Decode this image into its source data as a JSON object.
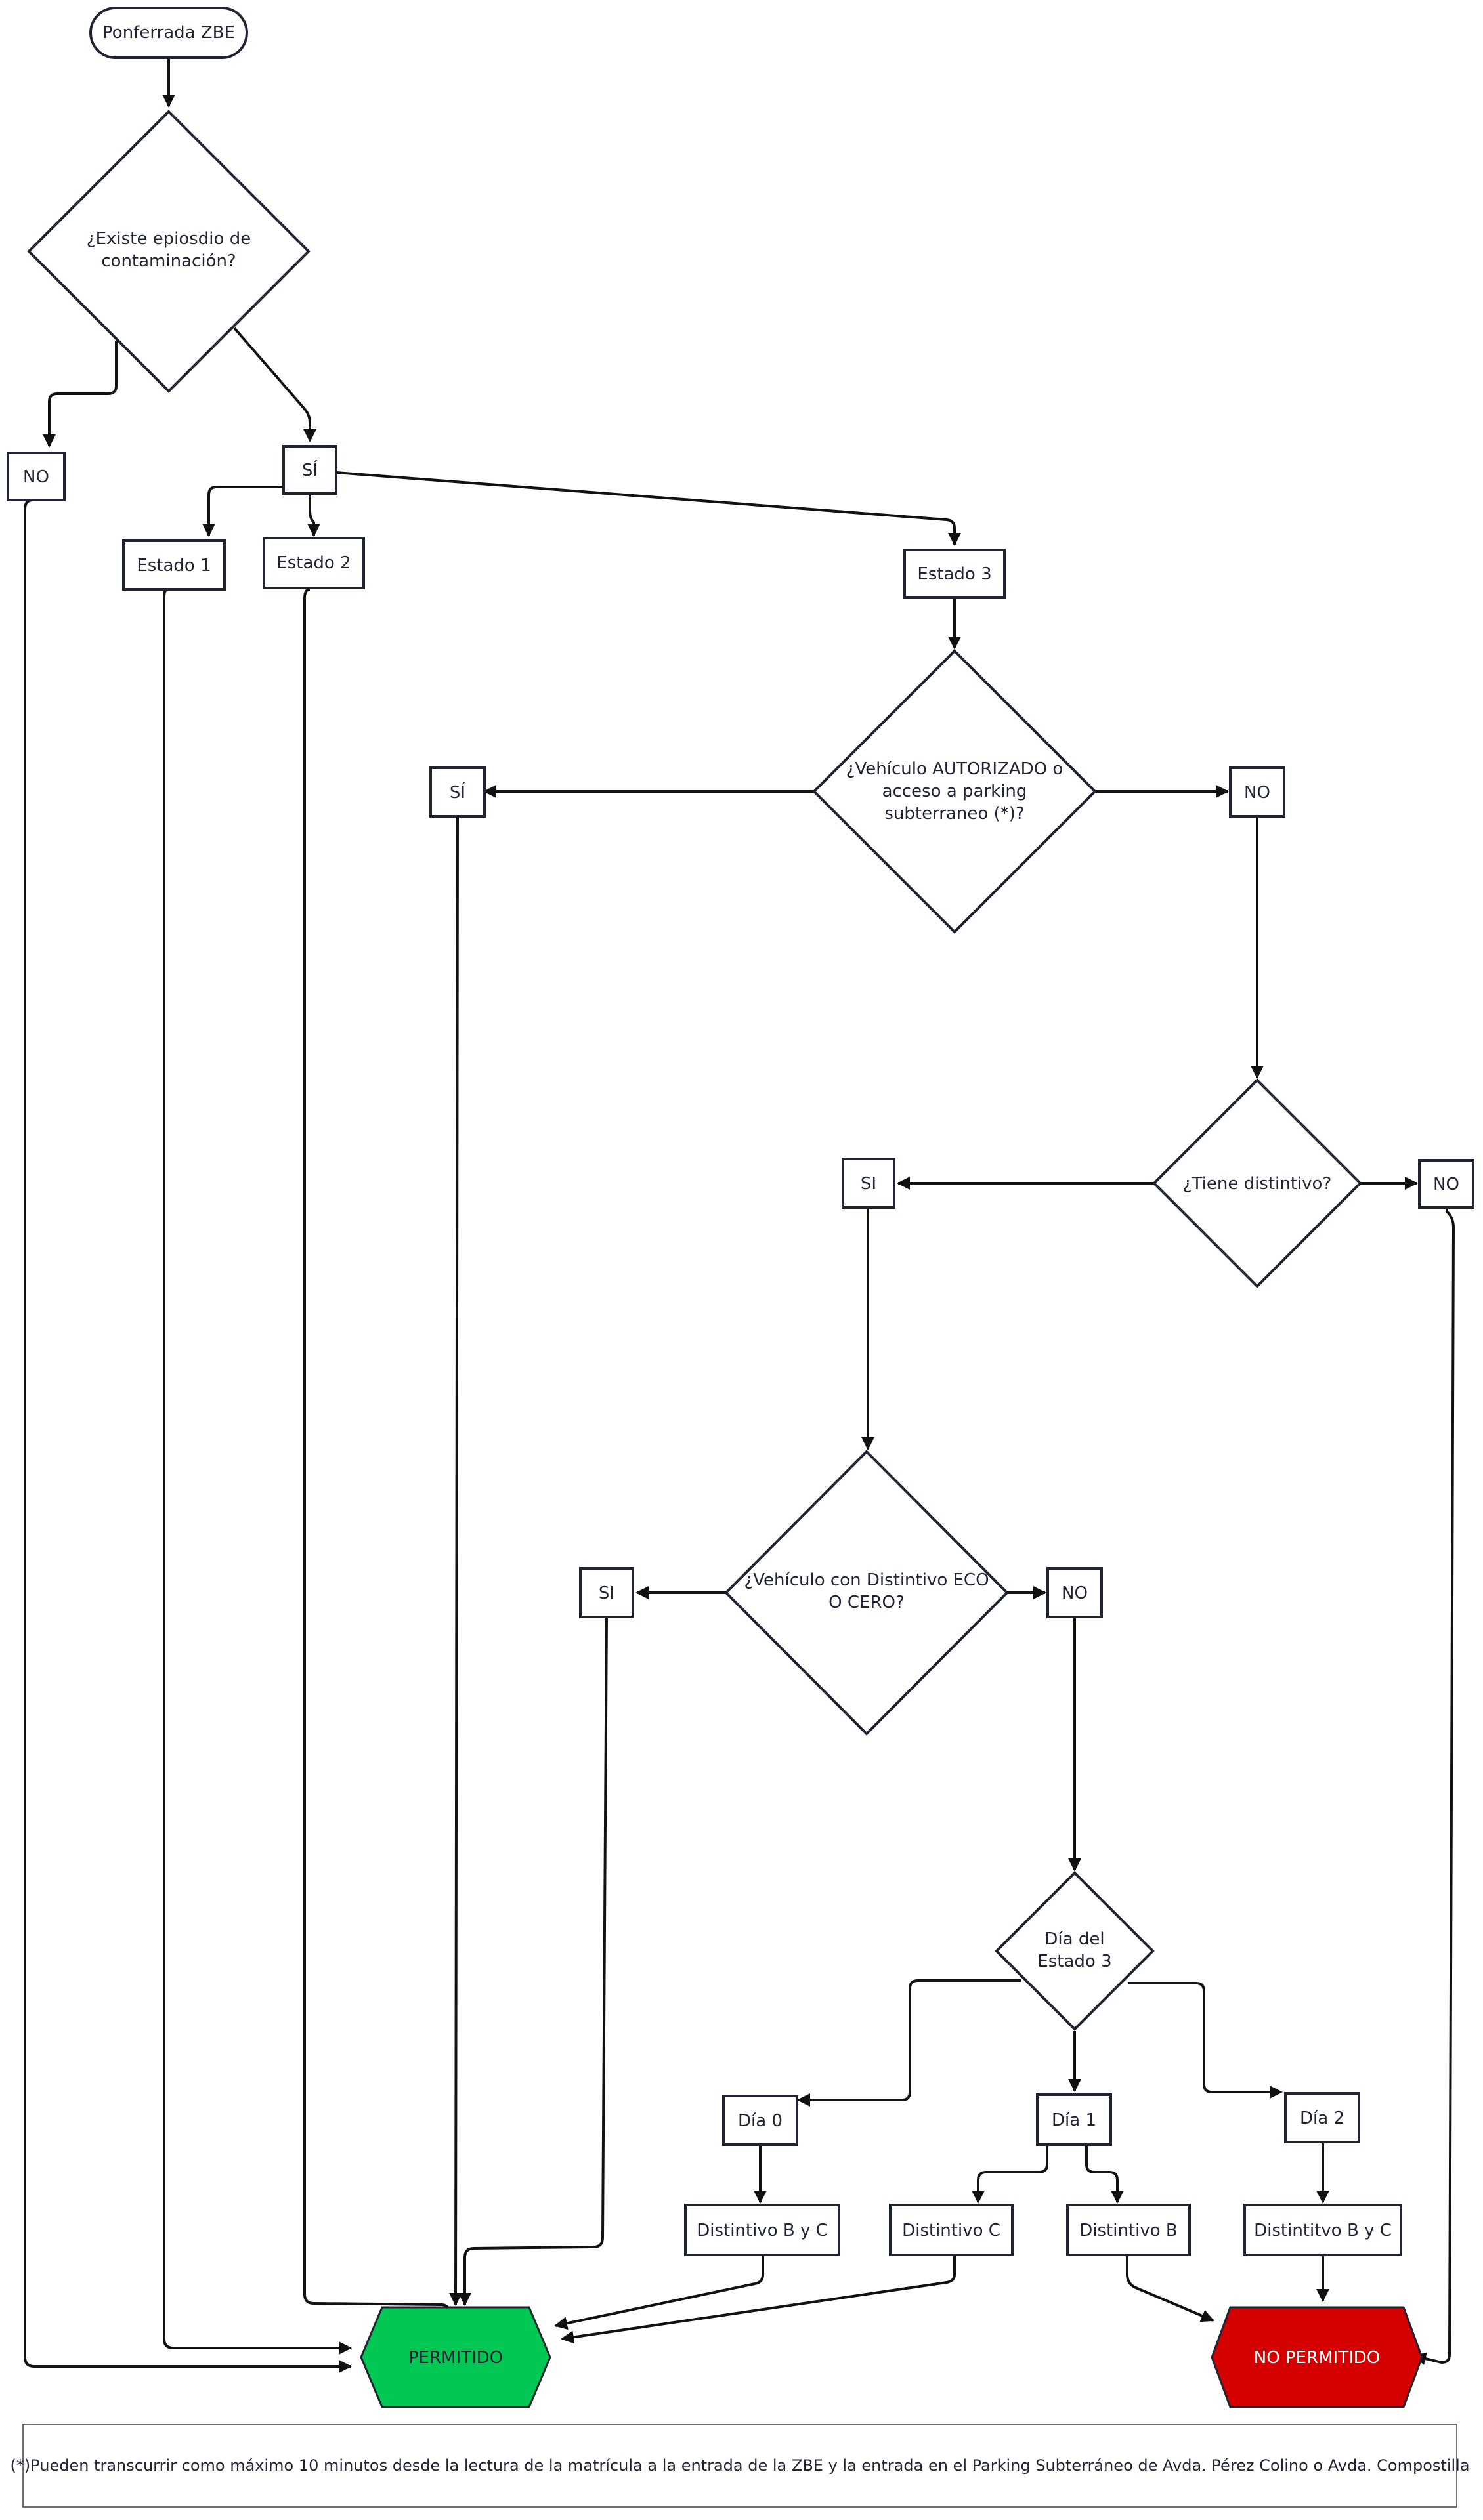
{
  "nodes": {
    "start": "Ponferrada ZBE",
    "q_contaminacion": [
      "¿Existe epiosdio de",
      "contaminación?"
    ],
    "no_contaminacion": "NO",
    "si_contaminacion": "SÍ",
    "estado1": "Estado 1",
    "estado2": "Estado 2",
    "estado3": "Estado 3",
    "q_autorizado": [
      "¿Vehículo AUTORIZADO o",
      "acceso a parking",
      "subterraneo (*)?"
    ],
    "si_autorizado": "SÍ",
    "no_autorizado": "NO",
    "q_distintivo": "¿Tiene distintivo?",
    "si_distintivo": "SI",
    "no_distintivo": "NO",
    "q_eco": [
      "¿Vehículo con Distintivo ECO",
      "O CERO?"
    ],
    "si_eco": "SI",
    "no_eco": "NO",
    "q_dia": [
      "Día del",
      "Estado 3"
    ],
    "dia0": "Día 0",
    "dia1": "Día 1",
    "dia2": "Día 2",
    "dist_byc_0": "Distintivo B y C",
    "dist_c": "Distintivo C",
    "dist_b": "Distintivo B",
    "dist_byc_2": "Distintitvo B y C",
    "permitido": "PERMITIDO",
    "no_permitido": "NO PERMITIDO"
  },
  "colors": {
    "permitido": "#00c853",
    "no_permitido": "#d50000",
    "stroke": "#1f2433"
  },
  "footnote": "(*)Pueden transcurrir como máximo 10 minutos desde la lectura de la matrícula a la entrada de la ZBE y la entrada en el Parking Subterráneo de Avda. Pérez Colino o Avda. Compostilla"
}
